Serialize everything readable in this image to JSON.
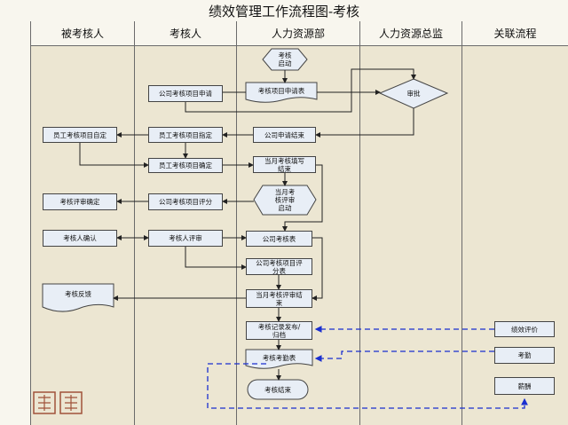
{
  "title": "绩效管理工作流程图-考核",
  "lanes": [
    "被考核人",
    "考核人",
    "人力资源部",
    "人力资源总监",
    "关联流程"
  ],
  "nodes": {
    "start": "考核\n启动",
    "apply_hr": "考核项目申请表",
    "approve": "审批",
    "company_apply": "公司考核项目申请",
    "company_apply_end": "公司申请结束",
    "staff_self": "员工考核项目自定",
    "staff_assign": "员工考核项目指定",
    "staff_confirm": "员工考核项目确定",
    "monthly_fill": "当月考核填写\n结束",
    "monthly_start": "当月考\n核评审\n启动",
    "review_confirm": "考核评审确定",
    "company_score": "公司考核项目评分",
    "assessed_confirm": "考核人确认",
    "assessor_review": "考核人评审",
    "company_form": "公司考核表",
    "company_score_form": "公司考核项目评\n分表",
    "monthly_review_end": "当月考核评审结\n束",
    "feedback": "考核反馈",
    "publish": "考核记录发布/\n归档",
    "attendance": "考核考勤表",
    "end": "考核结束",
    "perf_eval": "绩效评价",
    "checkin": "考勤",
    "salary": "薪酬"
  },
  "colors": {
    "box_fill": "#e8eef6",
    "line": "#222222",
    "dashed": "#1a2fd0",
    "background": "#ece6d2"
  }
}
